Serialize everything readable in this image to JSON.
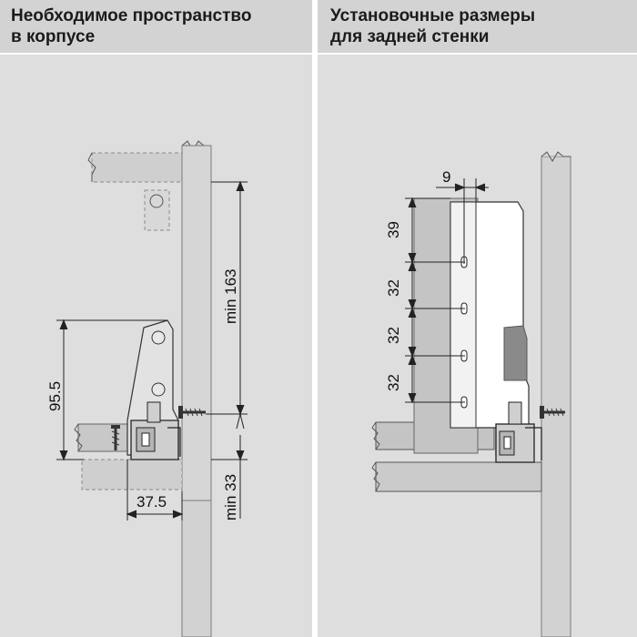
{
  "left_panel": {
    "title_line1": "Необходимое пространство",
    "title_line2": "в  корпусе",
    "dims": {
      "min163": "min 163",
      "h955": "95.5",
      "w375": "37.5",
      "min33": "min 33"
    }
  },
  "right_panel": {
    "title_line1": "Установочные размеры",
    "title_line2": "для задней стенки",
    "dims": {
      "d9": "9",
      "d39": "39",
      "d32a": "32",
      "d32b": "32",
      "d32c": "32"
    }
  }
}
